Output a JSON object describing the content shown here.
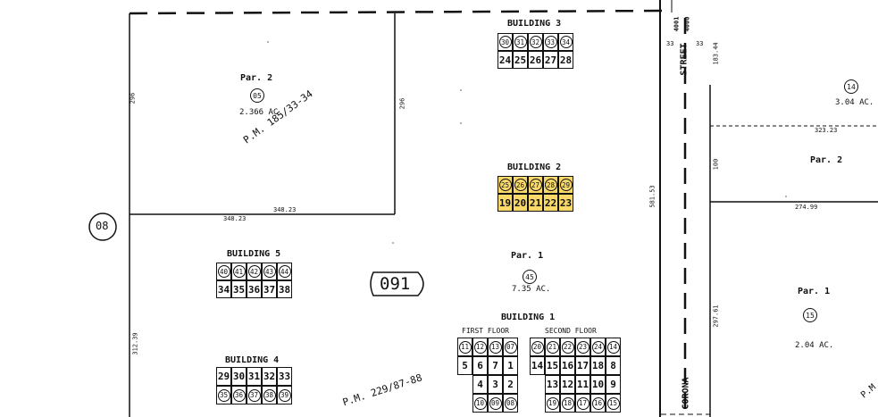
{
  "map_number_08": "08",
  "map_number_091": "091",
  "parcel_2_left": {
    "label": "Par. 2",
    "number": "05",
    "area": "2.366 AC."
  },
  "parcel_1_center": {
    "label": "Par. 1",
    "number": "45",
    "area": "7.35 AC."
  },
  "parcel_14_right": {
    "number": "14",
    "area": "3.04 AC."
  },
  "parcel_2_right": {
    "label": "Par. 2"
  },
  "parcel_1_right": {
    "label": "Par. 1",
    "number": "15",
    "area": "2.04 AC."
  },
  "plat_refs": {
    "pm_185": "P.M. 185/33-34",
    "pm_229": "P.M. 229/87-88",
    "pm_edge": "P.M"
  },
  "street": {
    "name": "STREET",
    "corona": "CORONA",
    "num_4001": "4001",
    "num_4000": "4000"
  },
  "dimensions": {
    "d296_left": "296",
    "d296_right": "296",
    "d348_a": "348.23",
    "d348_b": "348.23",
    "d581": "581.53",
    "d312": "312.39",
    "d33_a": "33",
    "d33_b": "33",
    "d183": "183.44",
    "d323": "323.23",
    "d100": "100",
    "d274": "274.99",
    "d297": "297.61"
  },
  "buildings": {
    "b3": {
      "title": "BUILDING 3",
      "top": [
        "30",
        "31",
        "32",
        "33",
        "34"
      ],
      "bottom": [
        "24",
        "25",
        "26",
        "27",
        "28"
      ]
    },
    "b2": {
      "title": "BUILDING 2",
      "top": [
        "25",
        "26",
        "27",
        "28",
        "29"
      ],
      "bottom": [
        "19",
        "20",
        "21",
        "22",
        "23"
      ]
    },
    "b5": {
      "title": "BUILDING 5",
      "top": [
        "40",
        "41",
        "42",
        "43",
        "44"
      ],
      "bottom": [
        "34",
        "35",
        "36",
        "37",
        "38"
      ]
    },
    "b4": {
      "title": "BUILDING 4",
      "top": [
        "29",
        "30",
        "31",
        "32",
        "33"
      ],
      "bottom": [
        "35",
        "36",
        "37",
        "38",
        "39"
      ]
    },
    "b1": {
      "title": "BUILDING 1",
      "first_floor_label": "FIRST FLOOR",
      "second_floor_label": "SECOND FLOOR",
      "first_floor": [
        [
          "11",
          "12",
          "13",
          "07"
        ],
        [
          "5",
          "6",
          "7",
          "1"
        ],
        [
          "",
          "4",
          "3",
          "2"
        ],
        [
          "",
          "10",
          "09",
          "08"
        ]
      ],
      "second_floor": [
        [
          "20",
          "21",
          "22",
          "23",
          "24",
          "14"
        ],
        [
          "14",
          "15",
          "16",
          "17",
          "18",
          "8"
        ],
        [
          "",
          "13",
          "12",
          "11",
          "10",
          "9"
        ],
        [
          "",
          "19",
          "18",
          "17",
          "16",
          "15"
        ]
      ]
    }
  },
  "colors": {
    "line": "#111111",
    "highlight": "#f8d96a",
    "background": "#ffffff"
  }
}
